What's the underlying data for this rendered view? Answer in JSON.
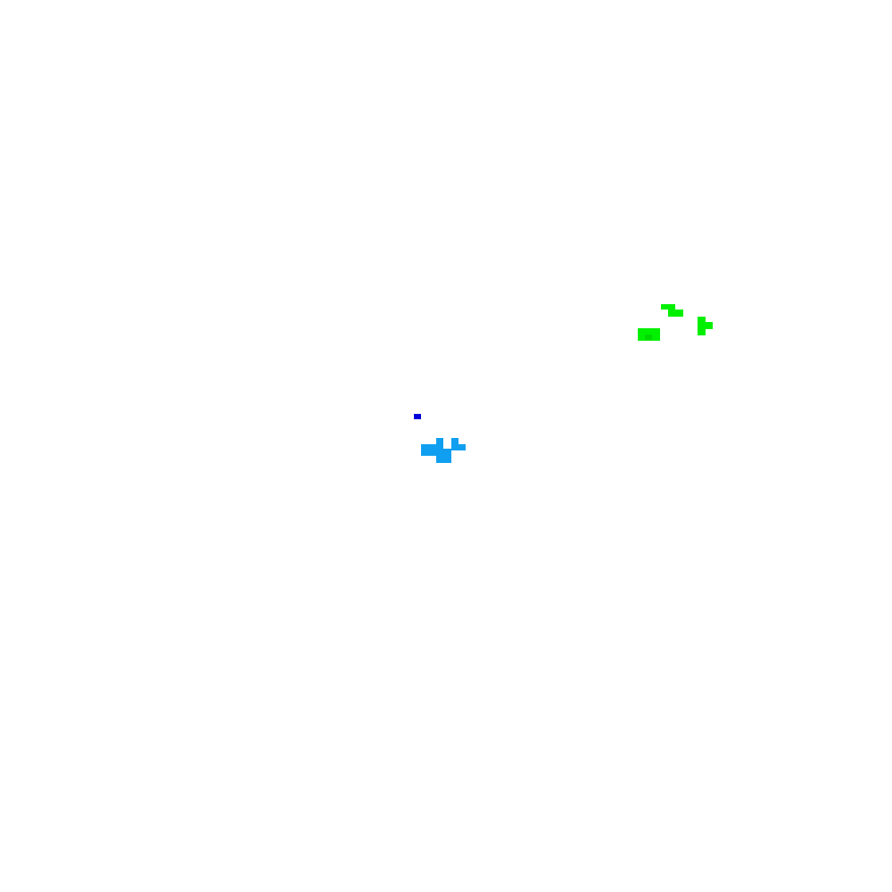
{
  "board": {
    "background": "#ffffff"
  },
  "groups": [
    {
      "name": "green-cluster",
      "color": "#00f000",
      "cell_count": 5
    },
    {
      "name": "dark-blue-cell",
      "color": "#0000d8",
      "cell_count": 1
    },
    {
      "name": "light-blue-cluster",
      "color": "#109ff0",
      "cell_count": 5
    }
  ]
}
